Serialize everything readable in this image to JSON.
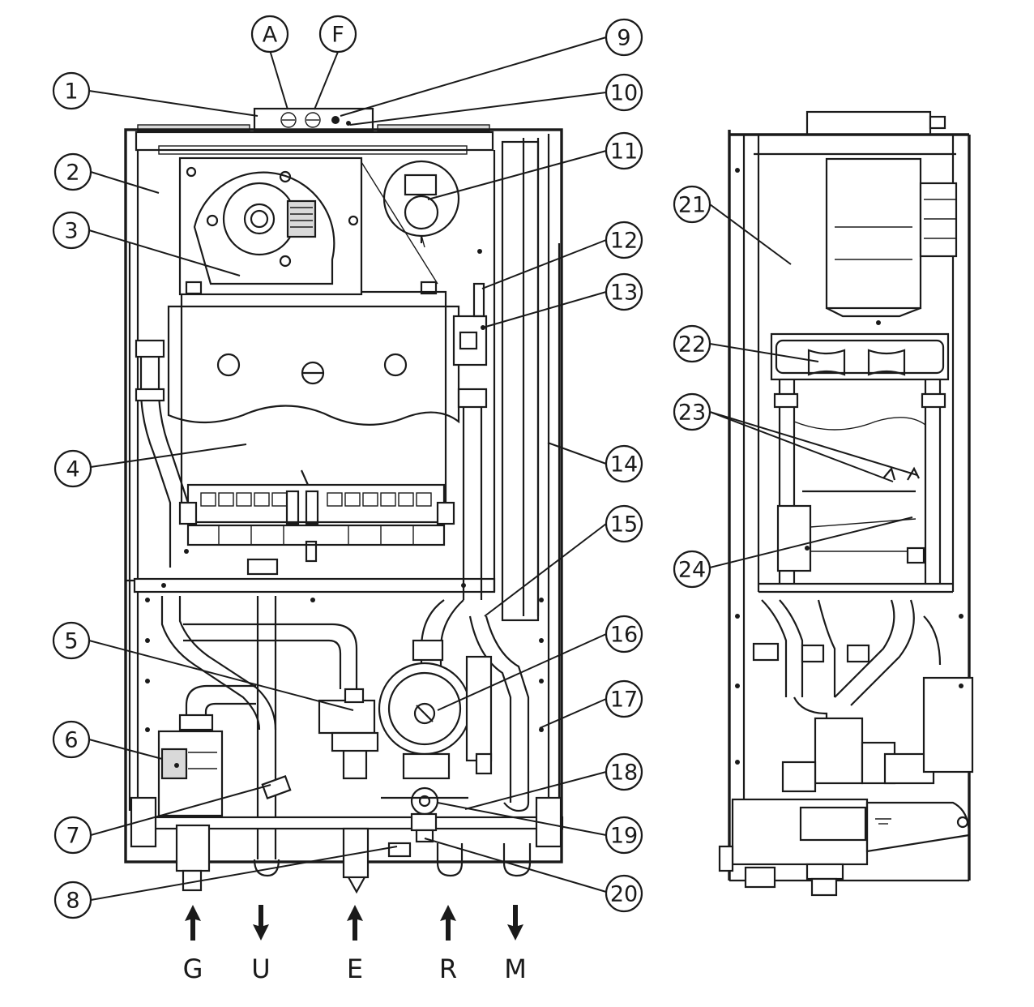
{
  "callouts": [
    {
      "label": "A"
    },
    {
      "label": "F"
    },
    {
      "label": "9"
    },
    {
      "label": "1"
    },
    {
      "label": "10"
    },
    {
      "label": "2"
    },
    {
      "label": "11"
    },
    {
      "label": "3"
    },
    {
      "label": "12"
    },
    {
      "label": "13"
    },
    {
      "label": "4"
    },
    {
      "label": "14"
    },
    {
      "label": "15"
    },
    {
      "label": "5"
    },
    {
      "label": "16"
    },
    {
      "label": "6"
    },
    {
      "label": "17"
    },
    {
      "label": "18"
    },
    {
      "label": "7"
    },
    {
      "label": "19"
    },
    {
      "label": "8"
    },
    {
      "label": "20"
    },
    {
      "label": "21"
    },
    {
      "label": "22"
    },
    {
      "label": "23"
    },
    {
      "label": "24"
    }
  ],
  "connections": [
    {
      "label": "G",
      "direction": "up"
    },
    {
      "label": "U",
      "direction": "down"
    },
    {
      "label": "E",
      "direction": "up"
    },
    {
      "label": "R",
      "direction": "up"
    },
    {
      "label": "M",
      "direction": "down"
    }
  ]
}
